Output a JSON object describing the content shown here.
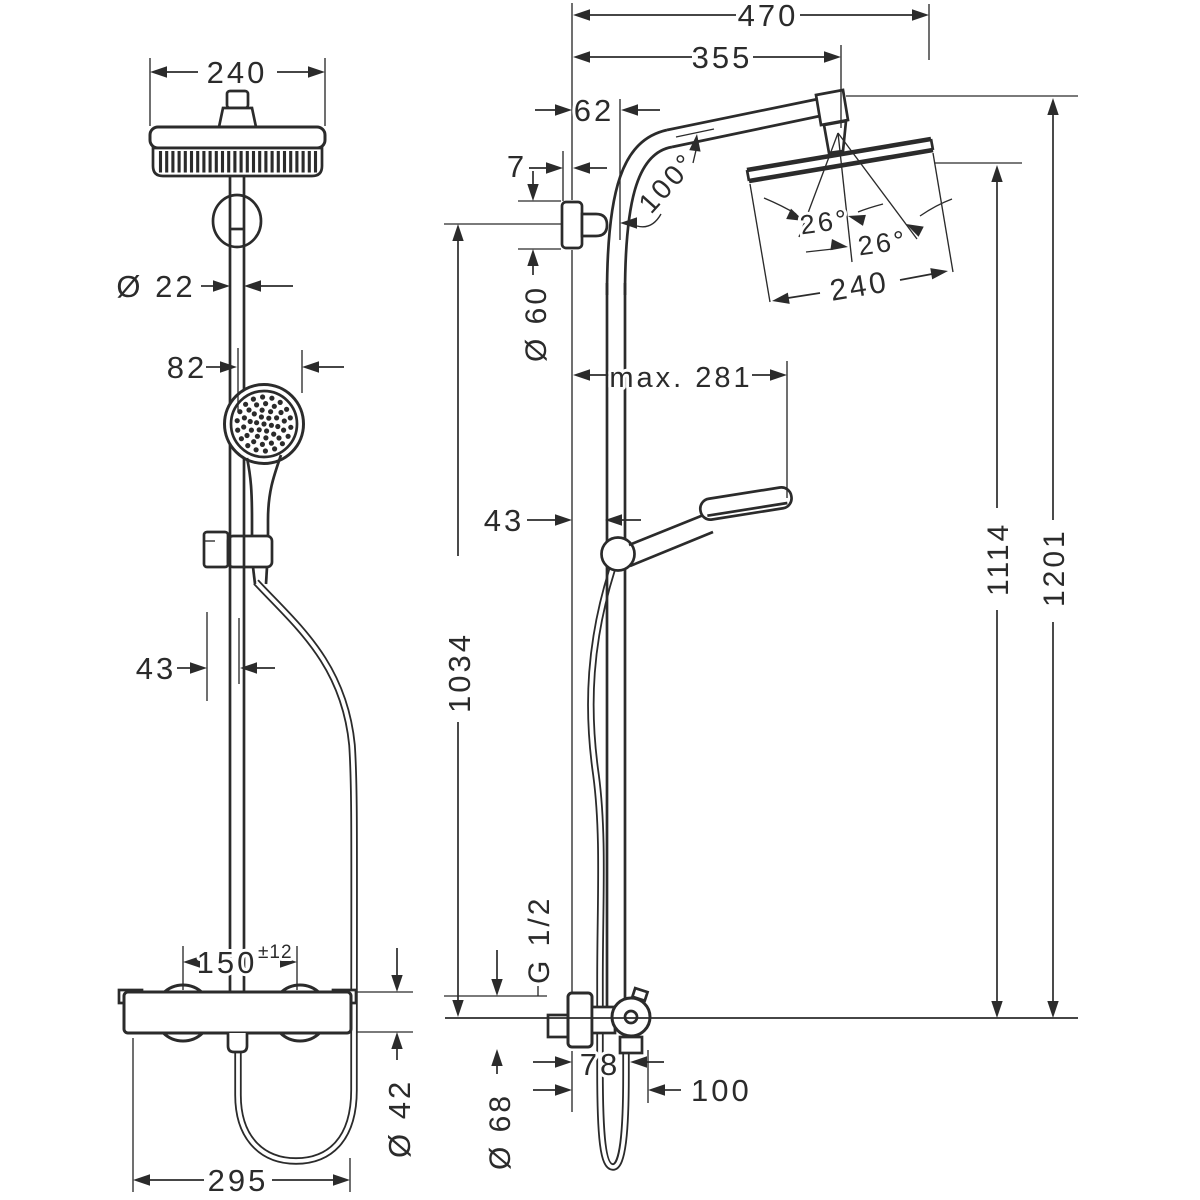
{
  "drawing": {
    "kind": "technical-dimension-drawing",
    "subject": "shower pipe system with overhead shower, hand shower and thermostat",
    "units": "mm",
    "colors": {
      "line": "#2b2b2b",
      "background": "#ffffff"
    }
  },
  "front": {
    "head_width": "240",
    "pipe_diameter": "Ø 22",
    "hand_shower_width": "82",
    "holder_offset": "43",
    "union_spacing": "150",
    "union_tolerance": "±12",
    "valve_height_diameter": "Ø 42",
    "valve_width": "295"
  },
  "side": {
    "reach_total": "470",
    "reach_arm": "355",
    "wall_to_pipe": "62",
    "bracket_gap": "7",
    "arm_angle": "100°",
    "spray_angle_a": "26°",
    "spray_angle_b": "26°",
    "head_size": "240",
    "bracket_diameter": "Ø 60",
    "slider_max": "max. 281",
    "wall_to_bar": "43",
    "bar_height": "1034",
    "thread": "G 1/2",
    "escutcheon_diameter": "Ø 68",
    "wall_to_hose": "78",
    "wall_to_handle": "100",
    "height_head": "1114",
    "height_total": "1201"
  }
}
